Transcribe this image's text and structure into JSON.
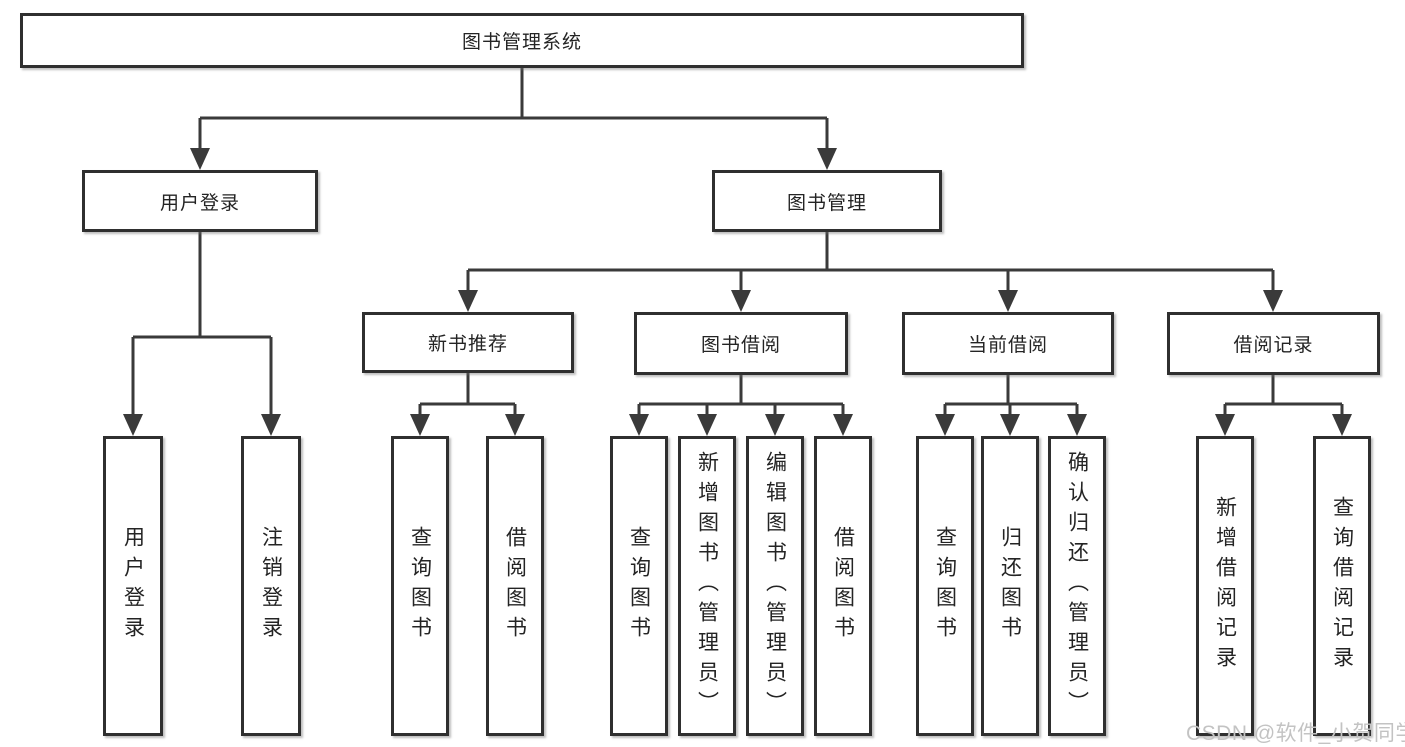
{
  "tree": {
    "root": "图书管理系统",
    "children": [
      {
        "label": "用户登录",
        "children": [
          "用户登录",
          "注销登录"
        ]
      },
      {
        "label": "图书管理",
        "children": [
          {
            "label": "新书推荐",
            "children": [
              "查询图书",
              "借阅图书"
            ]
          },
          {
            "label": "图书借阅",
            "children": [
              "查询图书",
              "新增图书（管理员）",
              "编辑图书（管理员）",
              "借阅图书"
            ]
          },
          {
            "label": "当前借阅",
            "children": [
              "查询图书",
              "归还图书",
              "确认归还（管理员）"
            ]
          },
          {
            "label": "借阅记录",
            "children": [
              "新增借阅记录",
              "查询借阅记录"
            ]
          }
        ]
      }
    ]
  },
  "watermark": {
    "text": "CSDN @软件_小贺同学"
  },
  "colors": {
    "background": "#ffffff",
    "box_border": "#2f2f2f",
    "connector_line": "#3a3a3a",
    "node_text": "#242424",
    "watermark_text": "#c3c3c3"
  }
}
